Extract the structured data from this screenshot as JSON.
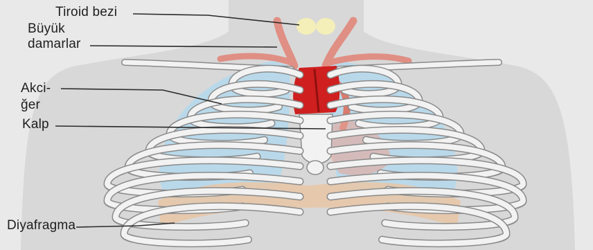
{
  "labels": {
    "thyroid": "Tiroid bezi",
    "vessels_line1": "Büyük",
    "vessels_line2": "damarlar",
    "lung_line1": "Akci-",
    "lung_line2": "ğer",
    "heart": "Kalp",
    "diaphragm": "Diyafragma"
  },
  "colors": {
    "background": "#e9e9e9",
    "body": "#d8d8d8",
    "lung": "#b9d9ea",
    "rib": "#f2f2f2",
    "rib_outline": "#8a8a8a",
    "heart": "#cf1f1f",
    "vessel": "#e08f84",
    "thyroid": "#f4efb8",
    "diaphragm": "#e9c5a4",
    "leader_line": "#2a2a2a"
  }
}
